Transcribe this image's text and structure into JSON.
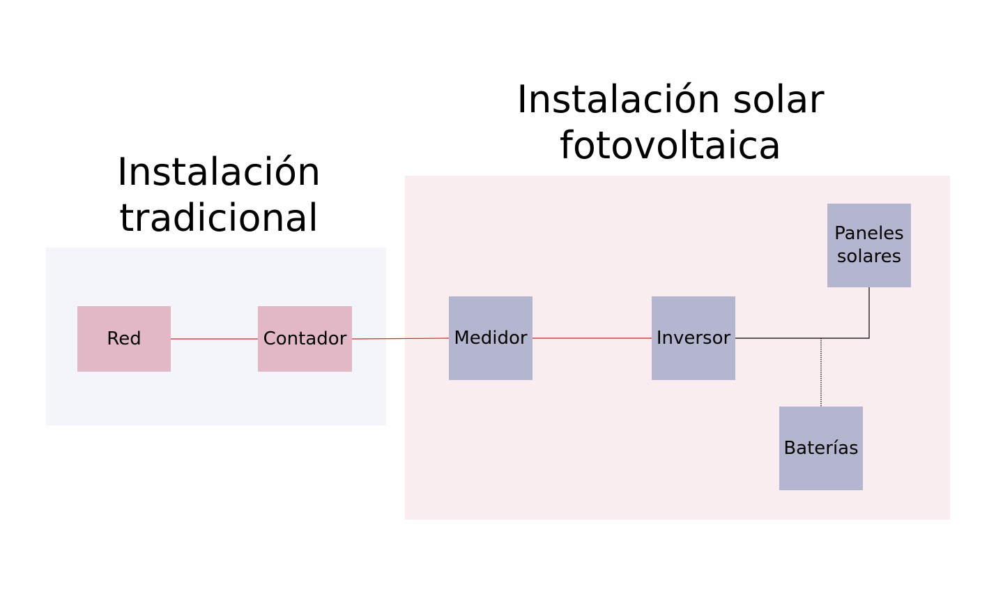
{
  "colors": {
    "traditional_bg": "#f4f5fb",
    "solar_bg": "#f9edf0",
    "traditional_node": "#e2b8c6",
    "solar_node": "#b4b5ce",
    "grid_line": "#d82020",
    "dc_line": "#000000"
  },
  "groups": {
    "traditional": {
      "title_lines": [
        "Instalación",
        "tradicional"
      ]
    },
    "solar": {
      "title_lines": [
        "Instalación solar",
        "fotovoltaica"
      ]
    }
  },
  "nodes": {
    "red": {
      "label_lines": [
        "Red"
      ]
    },
    "contador": {
      "label_lines": [
        "Contador"
      ]
    },
    "medidor": {
      "label_lines": [
        "Medidor"
      ]
    },
    "inversor": {
      "label_lines": [
        "Inversor"
      ]
    },
    "paneles": {
      "label_lines": [
        "Paneles",
        "solares"
      ]
    },
    "baterias": {
      "label_lines": [
        "Baterías"
      ]
    }
  }
}
